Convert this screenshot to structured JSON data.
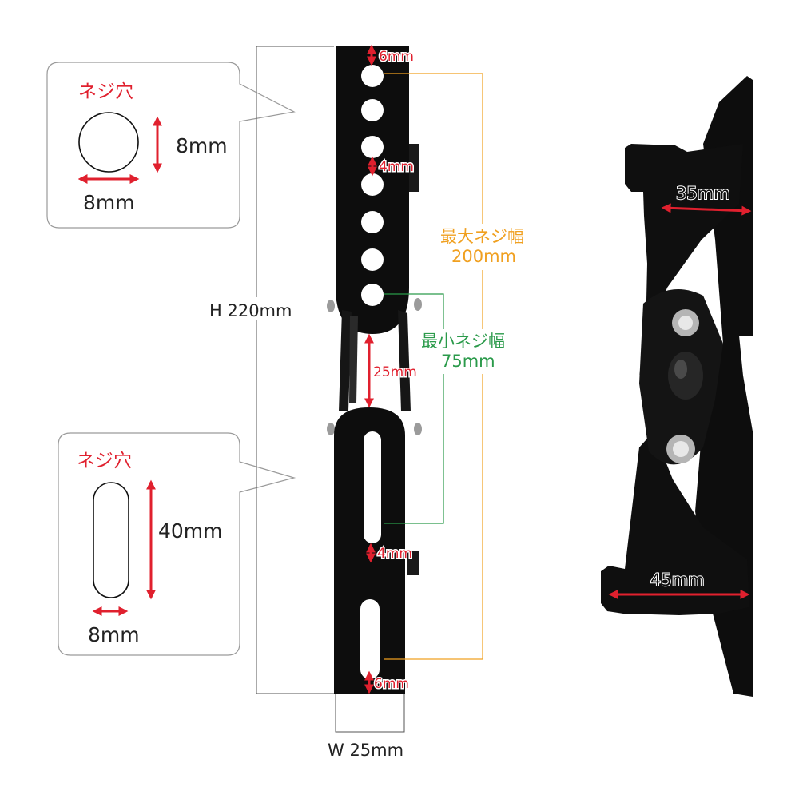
{
  "callouts": {
    "round_hole": {
      "title": "ネジ穴",
      "height_label": "8mm",
      "width_label": "8mm"
    },
    "slot_hole": {
      "title": "ネジ穴",
      "height_label": "40mm",
      "width_label": "8mm"
    }
  },
  "front_view": {
    "height_label": "H 220mm",
    "width_label": "W 25mm",
    "top_margin_label": "6mm",
    "bottom_margin_label": "6mm",
    "upper_gap_label": "4mm",
    "lower_gap_label": "4mm",
    "center_gap_label": "25mm",
    "max_pitch_title": "最大ネジ幅",
    "max_pitch_value": "200mm",
    "min_pitch_title": "最小ネジ幅",
    "min_pitch_value": "75mm"
  },
  "side_view": {
    "upper_depth_label": "35mm",
    "lower_depth_label": "45mm"
  },
  "colors": {
    "dimension_red": "#e0202e",
    "max_pitch_orange": "#f0a020",
    "min_pitch_green": "#2a9a4a",
    "bracket_black": "#0d0d0d",
    "text_dark": "#222222"
  }
}
